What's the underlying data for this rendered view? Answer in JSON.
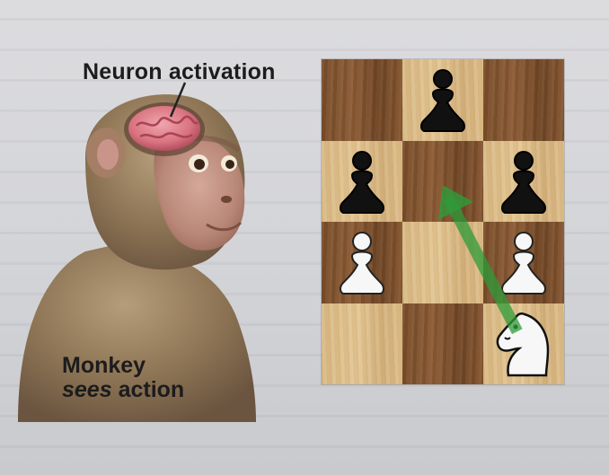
{
  "labels": {
    "neuron": "Neuron activation",
    "monkey_line1": "Monkey",
    "monkey_line2_italic": "sees",
    "monkey_line2_rest": " action"
  },
  "board": {
    "rows": 4,
    "cols": 3,
    "pieces": [
      {
        "row": 0,
        "col": 1,
        "type": "pawn",
        "color": "black"
      },
      {
        "row": 1,
        "col": 0,
        "type": "pawn",
        "color": "black"
      },
      {
        "row": 1,
        "col": 2,
        "type": "pawn",
        "color": "black"
      },
      {
        "row": 2,
        "col": 0,
        "type": "pawn",
        "color": "white"
      },
      {
        "row": 2,
        "col": 2,
        "type": "pawn",
        "color": "white"
      },
      {
        "row": 3,
        "col": 2,
        "type": "knight",
        "color": "white"
      }
    ],
    "move_arrow": {
      "from": {
        "row": 3,
        "col": 2
      },
      "to": {
        "row": 1,
        "col": 1
      },
      "color": "#2e9b3a"
    }
  }
}
